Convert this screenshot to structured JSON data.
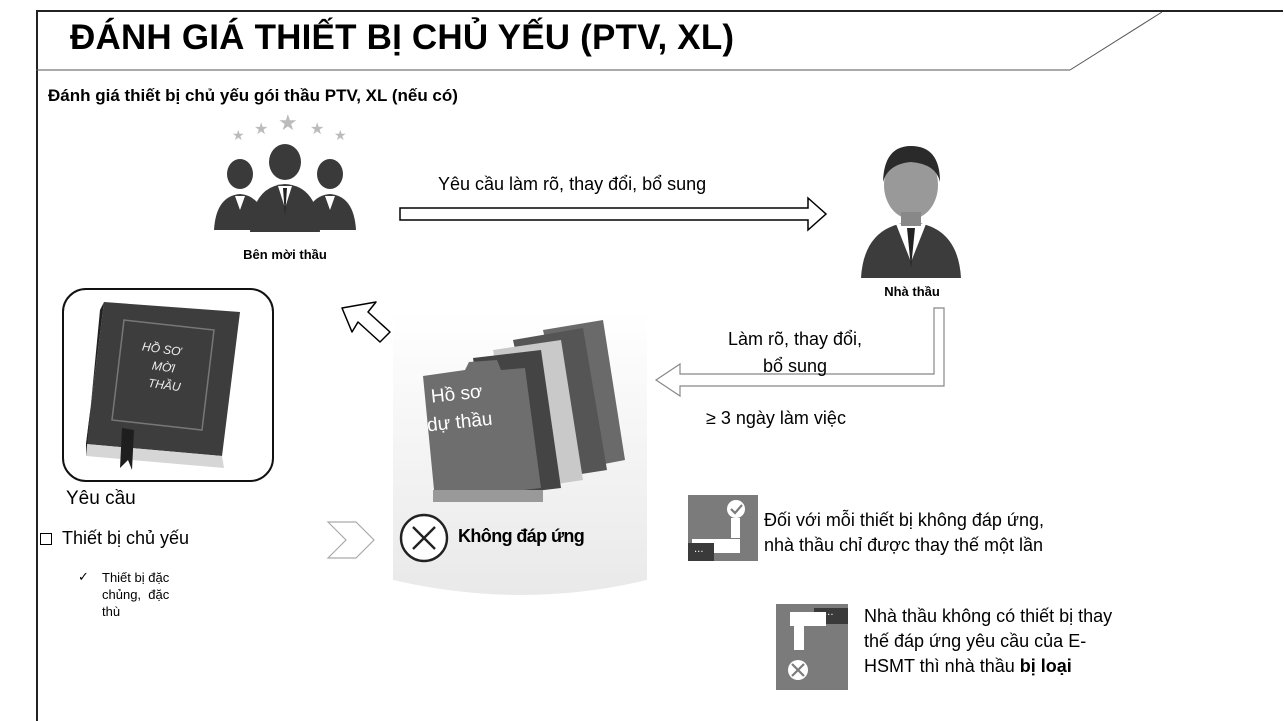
{
  "title": "ĐÁNH GIÁ THIẾT BỊ CHỦ YẾU (PTV, XL)",
  "subtitle": "Đánh giá thiết bị chủ yếu gói thầu PTV, XL (nếu có)",
  "procuring_entity": {
    "label": "Bên mời thầu",
    "icon": "group-of-people-icon"
  },
  "contractor": {
    "label": "Nhà thầu",
    "icon": "businessman-icon"
  },
  "arrow_request": {
    "label": "Yêu cầu làm rõ, thay đổi, bổ sung"
  },
  "arrow_response": {
    "line1": "Làm rõ, thay đổi,",
    "line2": "bổ sung",
    "note": "≥ 3 ngày làm việc"
  },
  "book": {
    "line1": "HỒ SƠ",
    "line2": "MỜI",
    "line3": "THẦU",
    "icon": "book-icon"
  },
  "requirements": {
    "heading": "Yêu cầu",
    "item": "Thiết bị chủ yếu",
    "subitem_line1": "Thiết bị đặc",
    "subitem_line2": "chủng,  đặc",
    "subitem_line3": "thù"
  },
  "bid_docs": {
    "line1": "Hồ sơ",
    "line2": "dự thầu",
    "icon": "folders-icon"
  },
  "status": {
    "label": "Không đáp ứng",
    "icon": "x-circle-icon"
  },
  "rule_replace": {
    "line1": "Đối với mỗi thiết bị không đáp ứng,",
    "line2": "nhà thầu chỉ được thay thế một lần",
    "icon": "hand-check-icon"
  },
  "rule_reject": {
    "line1": "Nhà thầu không có thiết bị thay",
    "line2": "thế đáp ứng yêu cầu của E-",
    "line3_prefix": "HSMT thì nhà thầu ",
    "line3_bold": "bị loại",
    "icon": "hand-x-icon"
  }
}
